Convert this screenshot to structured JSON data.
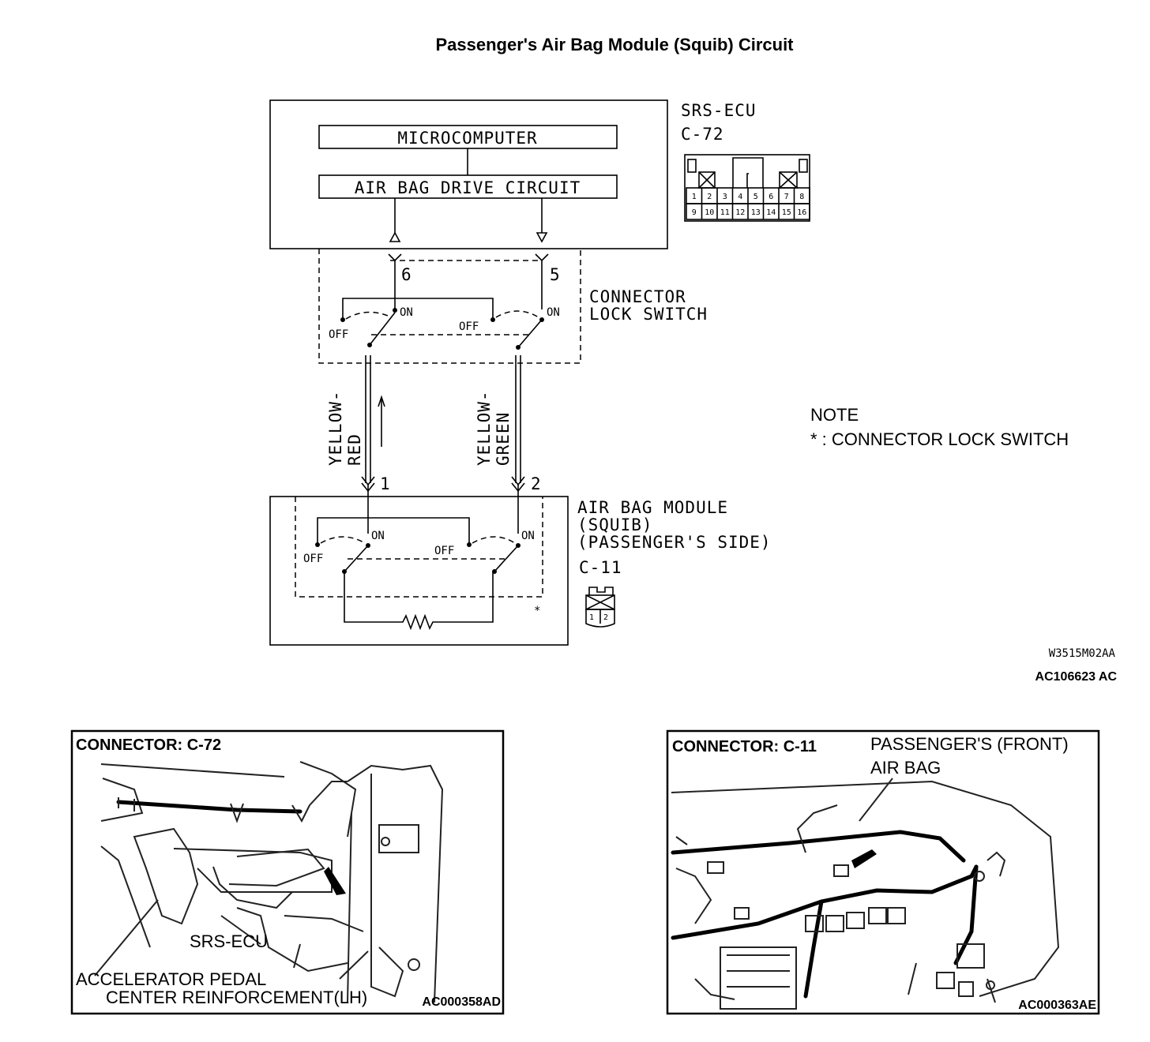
{
  "title": "Passenger's Air Bag Module (Squib) Circuit",
  "ecu": {
    "name": "SRS-ECU",
    "connector": "C-72",
    "microcomputer": "MICROCOMPUTER",
    "drive_circuit": "AIR BAG DRIVE CIRCUIT",
    "pins_top": [
      "1",
      "2",
      "3",
      "4",
      "5",
      "6",
      "7",
      "8"
    ],
    "pins_bottom": [
      "9",
      "10",
      "11",
      "12",
      "13",
      "14",
      "15",
      "16"
    ]
  },
  "lock_switch": {
    "label_line1": "CONNECTOR",
    "label_line2": "LOCK SWITCH",
    "pin_left": "6",
    "pin_right": "5",
    "on": "ON",
    "off": "OFF"
  },
  "wires": {
    "left_line1": "YELLOW-",
    "left_line2": "RED",
    "right_line1": "YELLOW-",
    "right_line2": "GREEN"
  },
  "module": {
    "label_line1": "AIR BAG MODULE",
    "label_line2": "(SQUIB)",
    "label_line3": "(PASSENGER'S SIDE)",
    "connector": "C-11",
    "pin_left": "1",
    "pin_right": "2",
    "on": "ON",
    "off": "OFF",
    "asterisk": "*",
    "pins": [
      "1",
      "2"
    ]
  },
  "note": {
    "heading": "NOTE",
    "text": "* : CONNECTOR LOCK SWITCH"
  },
  "codes": {
    "code1": "W3515M02AA",
    "code2": "AC106623 AC"
  },
  "panel_left": {
    "title": "CONNECTOR: C-72",
    "label_ecu": "SRS-ECU",
    "label_pedal": "ACCELERATOR PEDAL",
    "label_reinf": "CENTER REINFORCEMENT(LH)",
    "code": "AC000358AD"
  },
  "panel_right": {
    "title": "CONNECTOR: C-11",
    "label_line1": "PASSENGER'S (FRONT)",
    "label_line2": "AIR BAG",
    "code": "AC000363AE"
  }
}
